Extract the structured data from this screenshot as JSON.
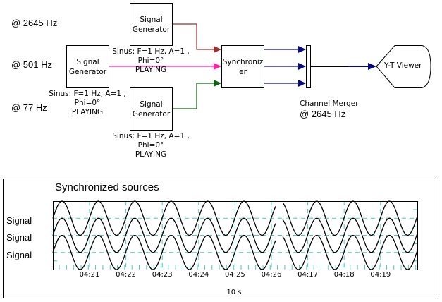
{
  "diagram": {
    "rate_labels": [
      "@ 2645 Hz",
      "@ 501 Hz",
      "@ 77 Hz"
    ],
    "generators": [
      {
        "label_line1": "Signal",
        "label_line2": "Generator",
        "caption_line1": "Sinus: F=1 Hz, A=1 ,",
        "caption_line2": "Phi=0°",
        "caption_line3": "PLAYING",
        "wire_color": "#9b2f2f"
      },
      {
        "label_line1": "Signal",
        "label_line2": "Generator",
        "caption_line1": "Sinus: F=1 Hz, A=1 ,",
        "caption_line2": "Phi=0°",
        "caption_line3": "PLAYING",
        "wire_color": "#ff1fa8"
      },
      {
        "label_line1": "Signal",
        "label_line2": "Generator",
        "caption_line1": "Sinus: F=1 Hz, A=1 ,",
        "caption_line2": "Phi=0°",
        "caption_line3": "PLAYING",
        "wire_color": "#106010"
      }
    ],
    "synchronizer": {
      "label_line1": "Synchroniz",
      "label_line2": "er",
      "output_color": "#0a0a80"
    },
    "merger": {
      "caption": "Channel Merger",
      "rate": "@ 2645 Hz"
    },
    "viewer": {
      "label": "Y-T Viewer"
    }
  },
  "viewer_panel": {
    "title": "Synchronized sources",
    "signal_labels": [
      "Signal",
      "Signal",
      "Signal"
    ],
    "time_span": "10 s",
    "grid_color": "#40d0c0"
  },
  "chart_data": {
    "type": "line",
    "title": "Synchronized sources",
    "xlabel": "10 s",
    "ylabel": "",
    "x_tick_labels": [
      "04:21",
      "04:22",
      "04:23",
      "04:24",
      "04:25",
      "04:26",
      "04:17",
      "04:18",
      "04:19"
    ],
    "grid": true,
    "series": [
      {
        "name": "Signal",
        "function": "sine",
        "frequency_hz": 1,
        "amplitude": 1,
        "phase_deg": 0
      },
      {
        "name": "Signal",
        "function": "sine",
        "frequency_hz": 1,
        "amplitude": 1,
        "phase_deg": 0
      },
      {
        "name": "Signal",
        "function": "sine",
        "frequency_hz": 1,
        "amplitude": 1,
        "phase_deg": 0
      }
    ],
    "cycles_per_tick": 1,
    "write_position_gap_after_tick": "04:26"
  }
}
